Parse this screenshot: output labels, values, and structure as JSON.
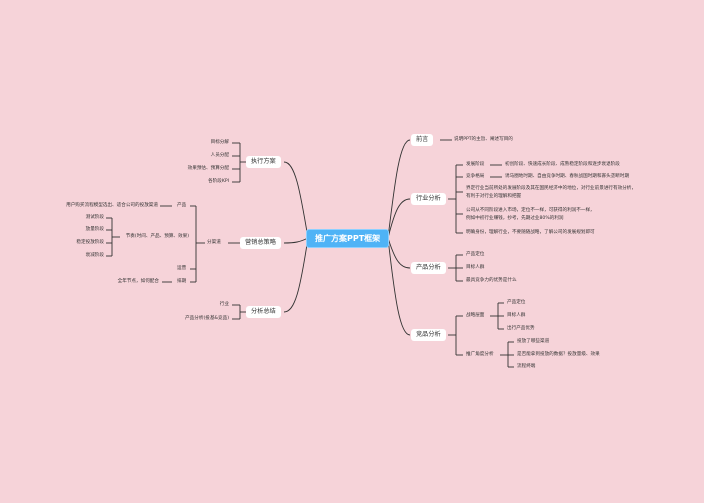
{
  "root": "推广方案PPT框架",
  "branches": {
    "preface": {
      "label": "前言",
      "items": [
        "说明PPT的主旨、阐述写目的"
      ]
    },
    "industry": {
      "label": "行业分析",
      "items": [
        "发展阶段",
        "初创阶段、快速成长阶段、成熟稳定阶段和逐步衰退阶段",
        "竞争格局",
        "诱马圈地时期、自由竞争时期、春秋战国时期和寡头垄断时期",
        "界定行业当前所处的发展阶段及其在国民经济中的地位，对行业前景进行有效分析，",
        "有利于对行业的理解和把握",
        "公司从不同阶段进入市场，定位不一样，可获得的利润不一样，",
        "例如中初行业赚钱，抄考，先期过业80%的利润",
        "明确身份，理解行业，不要随随战略，了解公司的发展规划即可"
      ]
    },
    "product": {
      "label": "产品分析",
      "items": [
        "产品定位",
        "目标人群",
        "最具竞争力的优势是什么"
      ]
    },
    "competitor": {
      "label": "竞品分析",
      "sub1": "战略层面",
      "sub1_items": [
        "产品定位",
        "目标人群",
        "出行产品优势"
      ],
      "sub2": "推广角度分析",
      "sub2_items": [
        "投放了哪些渠道",
        "是否能拿到投放的数据？投放量级、效果",
        "流程终端"
      ]
    },
    "execution": {
      "label": "执行方案",
      "items": [
        "目标分解",
        "人员分配",
        "效果预估、预算分配",
        "各阶段KPI"
      ]
    },
    "marketing": {
      "label": "营销总策略",
      "product": "产品",
      "product_desc": "用户购买流程模型选出、适合公司的投放渠道",
      "channel": "分渠道",
      "rhythm": "节奏(时间、产品、预算、效果)",
      "phases": [
        "测试阶段",
        "放量阶段",
        "稳定投放阶段",
        "衰减阶段"
      ],
      "ops": "运营",
      "coop": "排期",
      "coop_desc": "全年节点，如何配合"
    },
    "summary": {
      "label": "分析总结",
      "items": [
        "行业",
        "产品分析(投基&竞品)"
      ]
    }
  }
}
